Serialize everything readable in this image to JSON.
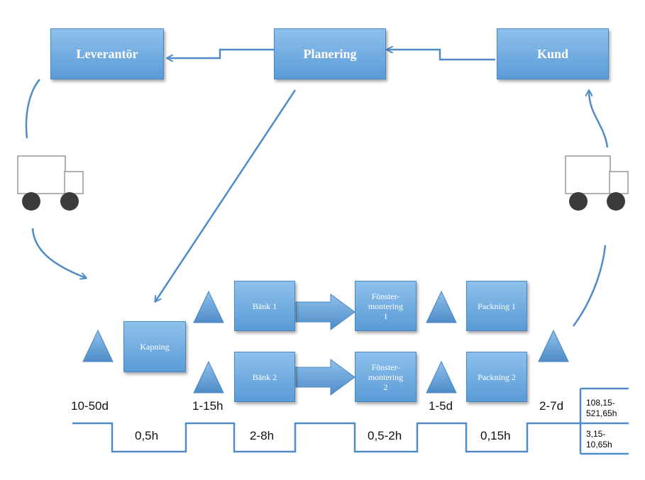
{
  "nodes": {
    "leverantor": "Leverantör",
    "planering": "Planering",
    "kund": "Kund",
    "kapning": "Kapning",
    "bank1": "Bänk 1",
    "bank2": "Bänk 2",
    "fonster1": "Fönster-\nmontering\n1",
    "fonster2": "Fönster-\nmontering\n2",
    "packning1": "Packning 1",
    "packning2": "Packning 2"
  },
  "timeline": {
    "wait": [
      "10-50d",
      "1-15h",
      "1-5d",
      "2-7d"
    ],
    "process": [
      "0,5h",
      "2-8h",
      "0,5-2h",
      "0,15h"
    ],
    "total_lead": "108,15-\n521,65h",
    "total_process": "3,15-\n10,65h"
  },
  "colors": {
    "box": "#5a9bd6",
    "line": "#4f8cc7"
  }
}
